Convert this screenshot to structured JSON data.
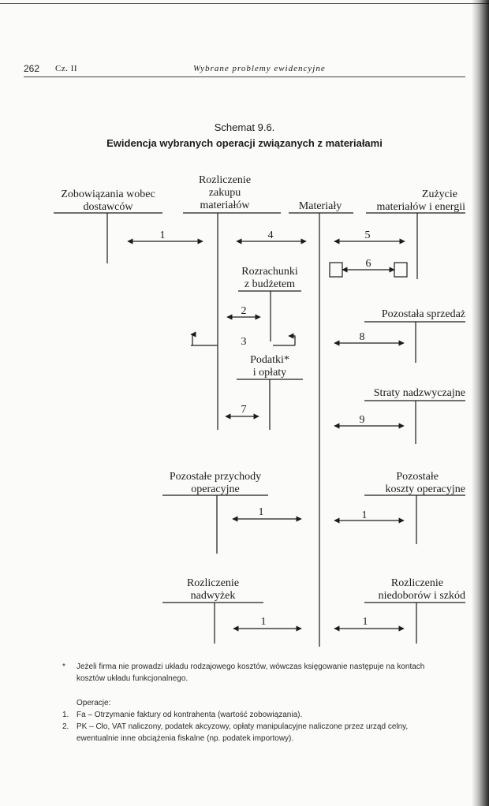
{
  "header": {
    "page_number": "262",
    "part": "Cz. II",
    "title": "Wybrane problemy ewidencyjne"
  },
  "figure": {
    "label": "Schemat 9.6.",
    "title": "Ewidencja wybranych operacji związanych z materiałami"
  },
  "accounts": {
    "zobowiazania": [
      "Zobowiązania wobec",
      "dostawców"
    ],
    "rozliczenie_zakupu": [
      "Rozliczenie",
      "zakupu",
      "materiałów"
    ],
    "materialy": [
      "Materiały"
    ],
    "zuzycie": [
      "Zużycie",
      "materiałów i energii"
    ],
    "rozrachunki": [
      "Rozrachunki",
      "z budżetem"
    ],
    "pozostala_sprzedaz": [
      "Pozostała sprzedaż"
    ],
    "podatki": [
      "Podatki*",
      "i opłaty"
    ],
    "straty": [
      "Straty nadzwyczajne"
    ],
    "pozostale_przychody": [
      "Pozostałe przychody",
      "operacyjne"
    ],
    "pozostale_koszty": [
      "Pozostałe",
      "koszty operacyjne"
    ],
    "rozliczenie_nadwyzek": [
      "Rozliczenie",
      "nadwyżek"
    ],
    "rozliczenie_niedoborow": [
      "Rozliczenie",
      "niedoborów i szkód"
    ]
  },
  "operations": {
    "op1": "1",
    "op2": "2",
    "op3": "3",
    "op4": "4",
    "op5": "5",
    "op6": "6",
    "op7": "7",
    "op8": "8",
    "op9": "9",
    "op1b": "1",
    "op1c": "1",
    "op1d": "1",
    "op1e": "1"
  },
  "notes": {
    "star": "*",
    "footnote": "Jeżeli firma nie prowadzi układu rodzajowego kosztów, wówczas księgowanie następuje na kontach kosztów układu funkcjonalnego.",
    "ops_title": "Operacje:",
    "items": [
      {
        "n": "1.",
        "text": "Fa – Otrzymanie faktury od kontrahenta (wartość zobowiązania)."
      },
      {
        "n": "2.",
        "text": "PK – Cło, VAT naliczony, podatek akcyzowy, opłaty manipulacyjne naliczone przez urząd celny, ewentualnie inne obciążenia fiskalne (np. podatek importowy)."
      }
    ]
  }
}
